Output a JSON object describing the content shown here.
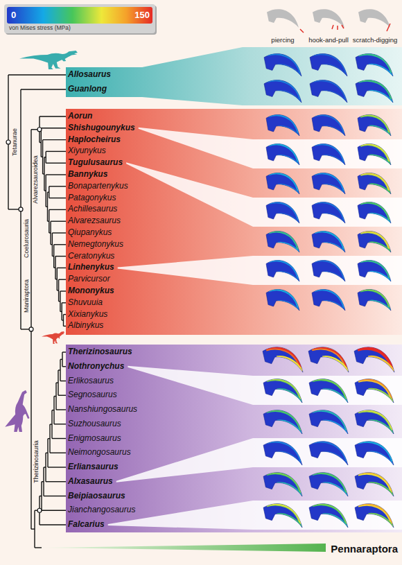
{
  "diagram": {
    "labels": [
      "0",
      "150",
      "von Mises stress (MPa)",
      "piercing",
      "hook-and-pull",
      "scratch-digging",
      "Allosaurus",
      "Guanlong",
      "Aorun",
      "Shishugounykus",
      "Haplocheirus",
      "Xiyunykus",
      "Tugulusaurus",
      "Bannykus",
      "Bonapartenykus",
      "Patagonykus",
      "Achillesaurus",
      "Alvarezsaurus",
      "Qiupanykus",
      "Nemegtonykus",
      "Ceratonykus",
      "Linhenykus",
      "Parvicursor",
      "Mononykus",
      "Shuvuuia",
      "Xixianykus",
      "Albinykus",
      "Therizinosaurus",
      "Nothronychus",
      "Erlikosaurus",
      "Segnosaurus",
      "Nanshiungosaurus",
      "Suzhousaurus",
      "Enigmosaurus",
      "Neimongosaurus",
      "Erliansaurus",
      "Alxasaurus",
      "Beipiaosaurus",
      "Jianchangosaurus",
      "Falcarius",
      "Pennaraptora",
      "Tetanurae",
      "Coelurosauria",
      "Maniraptora",
      "Alvarezsauroidea",
      "Therizinosauria"
    ]
  }
}
